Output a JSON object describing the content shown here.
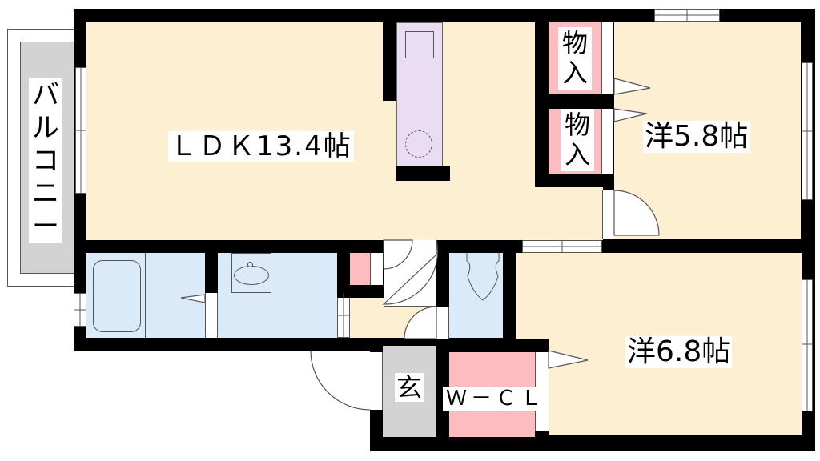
{
  "floor_plan": {
    "rooms": {
      "ldk": {
        "label": "ＬＤＫ13.4帖",
        "type": "LDK",
        "size_jo": 13.4
      },
      "western1": {
        "label": "洋5.8帖",
        "type": "洋室",
        "size_jo": 5.8
      },
      "western2": {
        "label": "洋6.8帖",
        "type": "洋室",
        "size_jo": 6.8
      },
      "storage1": {
        "label_top": "物",
        "label_bottom": "入"
      },
      "storage2": {
        "label_top": "物",
        "label_bottom": "入"
      },
      "entrance": {
        "label": "玄"
      },
      "walk_in_closet": {
        "label": "Ｗ－ＣＬ"
      },
      "balcony": {
        "label_chars": [
          "バ",
          "ル",
          "コ",
          "ニ",
          "ー"
        ]
      },
      "bathroom": {
        "label": ""
      },
      "washroom": {
        "label": ""
      },
      "toilet": {
        "label": ""
      }
    },
    "colors": {
      "living": "#fdf0d2",
      "water": "#dbeaf9",
      "storage": "#fdbcbf",
      "entrance": "#d3d3d3",
      "kitchen": "#eadcf2",
      "wall": "#000000"
    }
  }
}
